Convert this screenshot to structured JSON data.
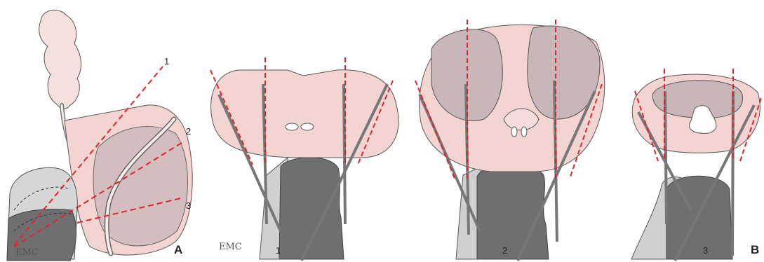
{
  "panels": {
    "a": {
      "label": "A",
      "planes": [
        "1",
        "2",
        "3"
      ],
      "logo": "EMC"
    },
    "b": {
      "label": "B",
      "sections": [
        "1",
        "2",
        "3"
      ],
      "logo": "EMC"
    }
  },
  "colors": {
    "prostate": "#f4d6d3",
    "lobes": "#c9b6b9",
    "probe_dark": "#6f6f71",
    "probe_light": "#c8c9ca",
    "needle": "#8a8a8c",
    "plane_line": "#e0242c",
    "outline": "#444444"
  }
}
